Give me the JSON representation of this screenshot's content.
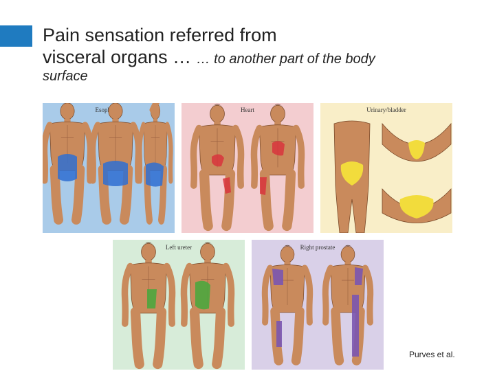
{
  "title": {
    "line1": "Pain sensation referred from",
    "line2_main": "visceral organs … ",
    "line2_sub": "… to another part of the body",
    "line3": "surface"
  },
  "panels": {
    "esophagus": {
      "label": "Esophagus",
      "bg": "#a9cbe9",
      "zone": "#2f6fd1"
    },
    "heart": {
      "label": "Heart",
      "bg": "#f3cdd0",
      "zone": "#d8343c"
    },
    "bladder": {
      "label": "Urinary/bladder",
      "bg": "#f9eec8",
      "zone": "#f2dc3c"
    },
    "ureter": {
      "label": "Left ureter",
      "bg": "#d7ecd9",
      "zone": "#4ca63e"
    },
    "prostate": {
      "label": "Right prostate",
      "bg": "#d9d0e8",
      "zone": "#7a55b0"
    }
  },
  "credit": "Purves et al.",
  "colors": {
    "accent": "#1f7bc0",
    "skin": "#c98a5c",
    "outline": "#7a4a2a"
  }
}
